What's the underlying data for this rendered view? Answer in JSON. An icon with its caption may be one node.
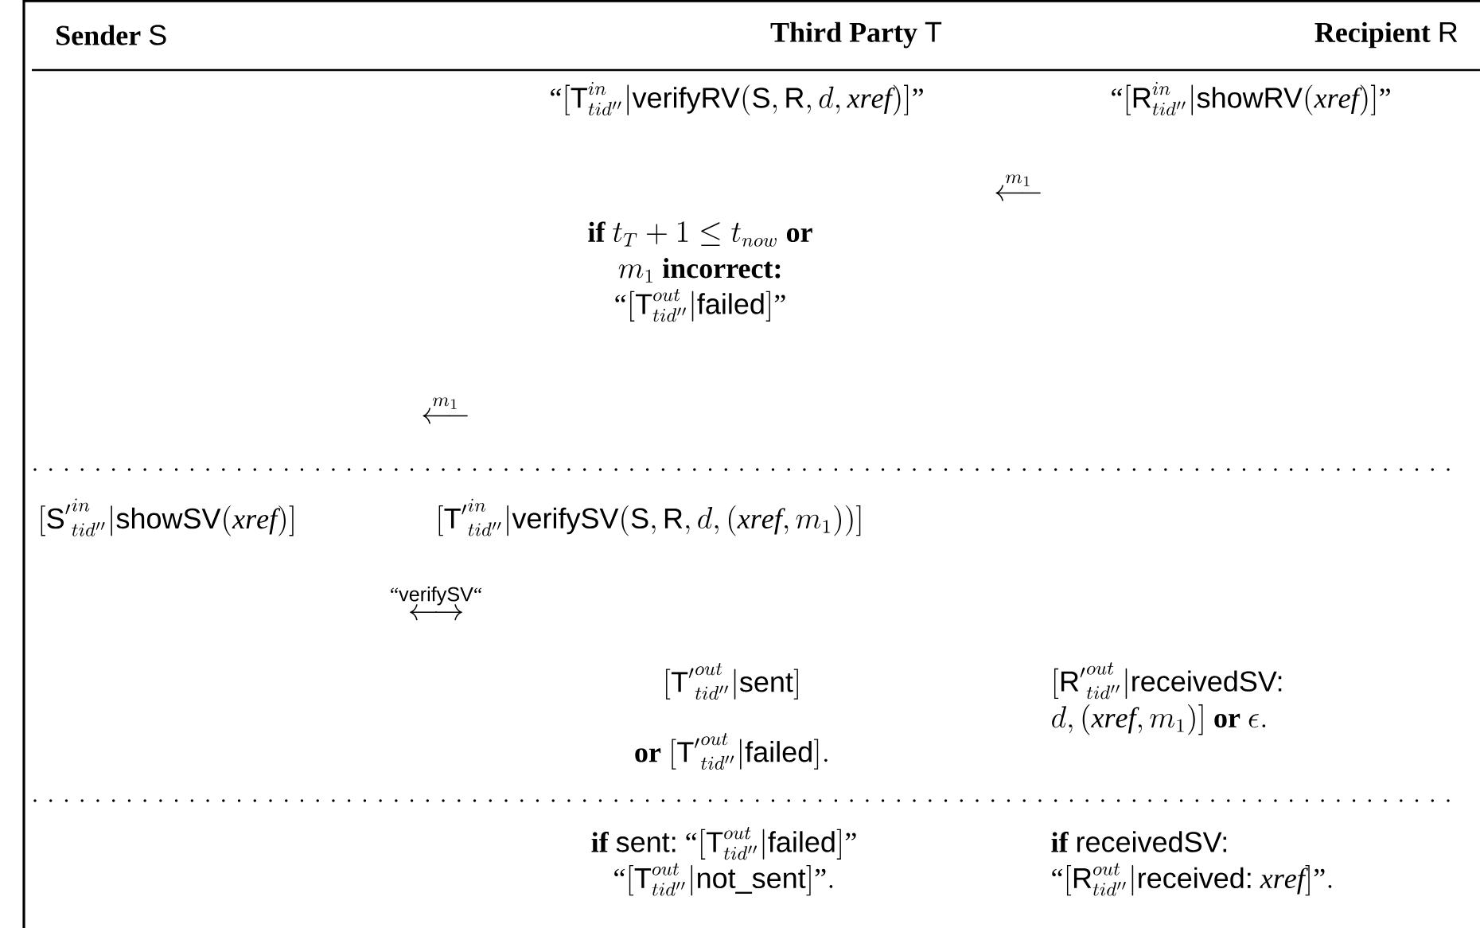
{
  "diagram": {
    "labels": [
      "\\textbf{Sender}\\ \\textsf{S}",
      "\\textbf{Third Party}\\ \\textsf{T}",
      "\\textbf{Recipient}\\ \\textsf{R}",
      "\\text{``}[\\textsf{T}^{in}_{tid''}|\\textsf{verifyRV}(\\textsf{S},\\textsf{R},d,\\mathit{xref})]\\text{''}",
      "\\text{``}[\\textsf{R}^{in}_{tid''}|\\textsf{showRV}(\\mathit{xref})]\\text{''}",
      "\\overset{m_1}{\\longleftarrow}",
      "\\begin{array}{c}\\textbf{if}\\ t_T+1\\le t_{now}\\ \\textbf{or}\\\\ m_1\\ \\textbf{incorrect:}\\\\ \\text{``}[\\textsf{T}^{out}_{tid''}|\\textsf{failed}]\\text{''}\\end{array}",
      "\\overset{m_1}{\\longleftarrow}",
      "[{\\textsf{S}'}^{in}_{tid''}|\\textsf{showSV}(\\mathit{xref})]",
      "[{\\textsf{T}'}^{in}_{tid''}|\\textsf{verifySV}(\\textsf{S},\\textsf{R},d,(\\mathit{xref},m_1))]",
      "\\overset{\\text{``}\\textsf{verifySV}\\text{``}}{\\longleftrightarrow}",
      "[{\\textsf{T}'}^{out}_{tid''}|\\textsf{sent}]",
      "\\begin{array}{l}[{\\textsf{R}'}^{out}_{tid''}|\\textsf{receivedSV:}\\\\ d,(\\mathit{xref},m_1)]\\ \\textbf{or}\\ \\epsilon.\\end{array}",
      "\\textbf{or}\\ [{\\textsf{T}'}^{out}_{tid''}|\\textsf{failed}].",
      "\\begin{array}{c}\\textbf{if}\\ \\textsf{sent:}\\ \\text{``}[\\textsf{T}^{out}_{tid''}|\\textsf{failed}]\\text{''}\\\\ \\text{``}[\\textsf{T}^{out}_{tid''}|\\textsf{not\\_sent}]\\text{''}.\\end{array}",
      "\\begin{array}{l}\\textbf{if}\\ \\textsf{receivedSV:}\\\\ \\text{``}[\\textsf{R}^{out}_{tid''}|\\textsf{received:}\\ \\mathit{xref}]\\text{''}.\\end{array}"
    ]
  }
}
